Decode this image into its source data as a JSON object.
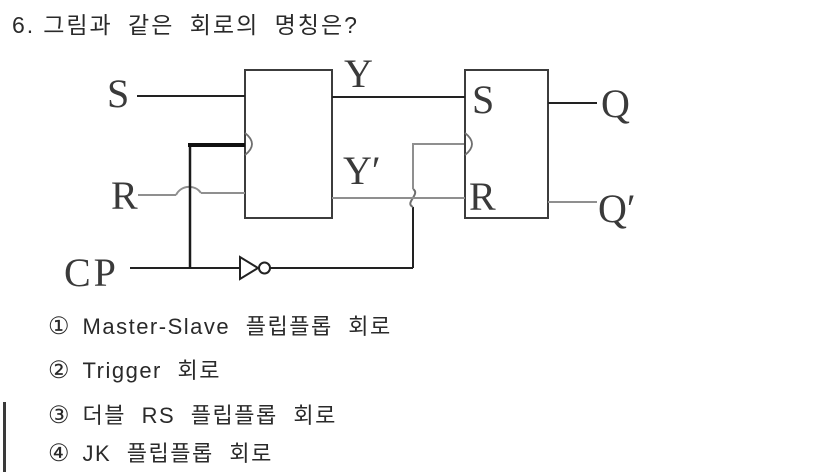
{
  "question": {
    "number": "6.",
    "title": "그림과 같은 회로의 명칭은?"
  },
  "circuit": {
    "type": "master-slave flip-flop block diagram",
    "labels": {
      "input_s": "S",
      "input_r": "R",
      "input_cp": "CP",
      "master_out_y": "Y",
      "master_out_y_prime": "Y′",
      "slave_in_s": "S",
      "slave_in_r": "R",
      "output_q": "Q",
      "output_q_prime": "Q′"
    },
    "colors": {
      "wire_dark": "#222222",
      "wire_gray": "#8f8f8f",
      "box_stroke": "#3c3c3c"
    }
  },
  "options": [
    {
      "marker": "①",
      "label": "Master-Slave 플립플롭 회로"
    },
    {
      "marker": "②",
      "label": "Trigger 회로"
    },
    {
      "marker": "③",
      "label": "더블 RS 플립플롭 회로"
    },
    {
      "marker": "④",
      "label": "JK 플립플롭 회로"
    }
  ]
}
